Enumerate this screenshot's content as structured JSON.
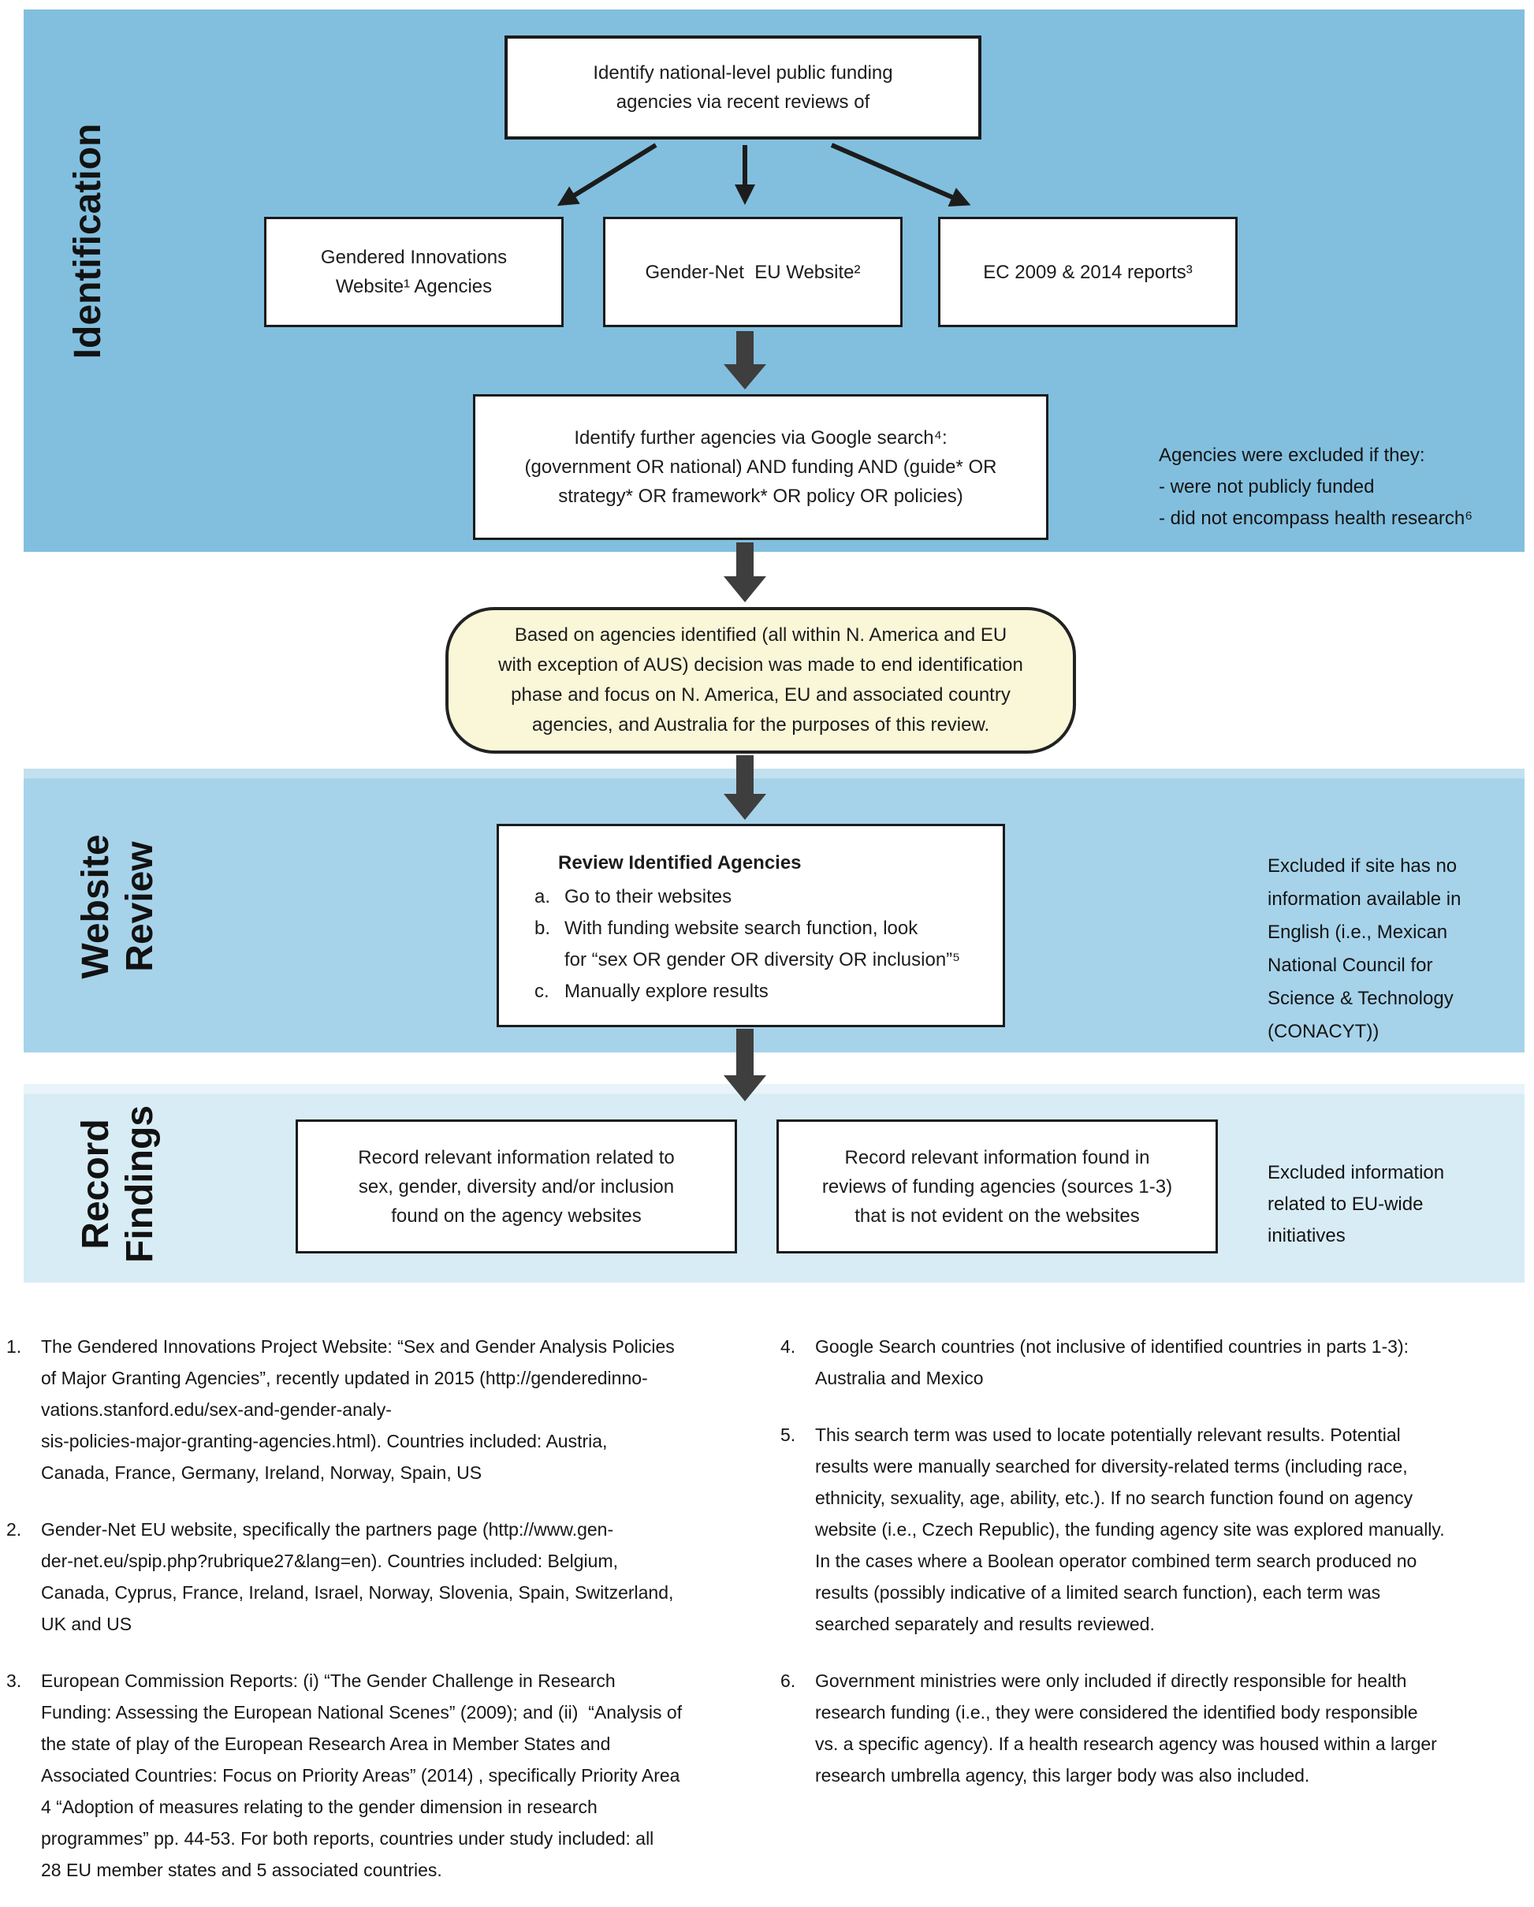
{
  "colors": {
    "band-identification": "#82bfde",
    "band-website-review": "#a6d3ea",
    "band-record-findings": "#d8ecf5",
    "decision-fill": "#faf7d8",
    "box-border": "#1b1b1b",
    "arrow": "#3e3e3e",
    "text": "#1c1c1c"
  },
  "flow": {
    "identification": {
      "label": "Identification",
      "top_box": "Identify national-level public funding\nagencies via recent reviews of",
      "source_boxes": [
        "Gendered Innovations\nWebsite¹ Agencies",
        "Gender-Net  EU Website²",
        "EC 2009 & 2014 reports³"
      ],
      "google_box": "Identify further agencies via Google search⁴:\n(government OR national) AND funding AND (guide* OR\nstrategy* OR framework* OR policy OR policies)",
      "exclusion_note": "Agencies were excluded if they:\n- were not publicly funded\n- did not encompass health research⁶"
    },
    "decision_box": "Based on agencies identified (all within N. America and EU\nwith exception of AUS) decision was made to end identification\nphase and focus on N. America, EU and associated country\nagencies, and Australia for the purposes of this review.",
    "website_review": {
      "label": "Website\nReview",
      "review_title": "Review Identified Agencies",
      "review_items": [
        {
          "marker": "a.",
          "text": "Go to their websites"
        },
        {
          "marker": "b.",
          "text": "With funding website search function, look\nfor “sex OR gender OR diversity OR inclusion”⁵"
        },
        {
          "marker": "c.",
          "text": "Manually explore results"
        }
      ],
      "exclusion_note": "Excluded if site has no\ninformation available in\nEnglish (i.e., Mexican\nNational Council for\nScience & Technology\n(CONACYT))"
    },
    "record_findings": {
      "label": "Record\nFindings",
      "box_websites": "Record relevant information related to\nsex, gender, diversity and/or inclusion\nfound on the agency websites",
      "box_reviews": "Record relevant information found in\nreviews of funding agencies (sources 1-3)\nthat is not evident on the websites",
      "exclusion_note": "Excluded information\nrelated to EU-wide\ninitiatives"
    }
  },
  "footnotes": {
    "left": [
      {
        "num": "1.",
        "text": "The Gendered Innovations Project Website: “Sex and Gender Analysis Policies\nof Major Granting Agencies”, recently updated in 2015 (http://genderedinno-\nvations.stanford.edu/sex-and-gender-analy-\nsis-policies-major-granting-agencies.html). Countries included: Austria,\nCanada, France, Germany, Ireland, Norway, Spain, US"
      },
      {
        "num": "2.",
        "text": "Gender-Net EU website, specifically the partners page (http://www.gen-\nder-net.eu/spip.php?rubrique27&lang=en). Countries included: Belgium,\nCanada, Cyprus, France, Ireland, Israel, Norway, Slovenia, Spain, Switzerland,\nUK and US"
      },
      {
        "num": "3.",
        "text": "European Commission Reports: (i) “The Gender Challenge in Research\nFunding: Assessing the European National Scenes” (2009); and (ii)  “Analysis of\nthe state of play of the European Research Area in Member States and\nAssociated Countries: Focus on Priority Areas” (2014) , specifically Priority Area\n4 “Adoption of measures relating to the gender dimension in research\nprogrammes” pp. 44-53. For both reports, countries under study included: all\n28 EU member states and 5 associated countries."
      }
    ],
    "right": [
      {
        "num": "4.",
        "text": "Google Search countries (not inclusive of identified countries in parts 1-3):\nAustralia and Mexico"
      },
      {
        "num": "5.",
        "text": "This search term was used to locate potentially relevant results. Potential\nresults were manually searched for diversity-related terms (including race,\nethnicity, sexuality, age, ability, etc.). If no search function found on agency\nwebsite (i.e., Czech Republic), the funding agency site was explored manually.\nIn the cases where a Boolean operator combined term search produced no\nresults (possibly indicative of a limited search function), each term was\nsearched separately and results reviewed."
      },
      {
        "num": "6.",
        "text": "Government ministries were only included if directly responsible for health\nresearch funding (i.e., they were considered the identified body responsible\nvs. a specific agency). If a health research agency was housed within a larger\nresearch umbrella agency, this larger body was also included."
      }
    ]
  }
}
